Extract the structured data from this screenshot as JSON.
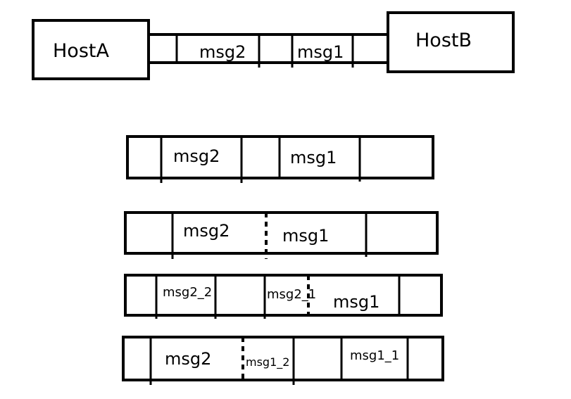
{
  "hosts": {
    "host_a": "HostA",
    "host_b": "HostB"
  },
  "link_labels": {
    "msg2": "msg2",
    "msg1": "msg1"
  },
  "streams": {
    "s1": {
      "msg2": "msg2",
      "msg1": "msg1"
    },
    "s2": {
      "msg2": "msg2",
      "msg1": "msg1"
    },
    "s3": {
      "msg2_2": "msg2_2",
      "msg2_1": "msg2_1",
      "msg1": "msg1"
    },
    "s4": {
      "msg2": "msg2",
      "msg1_2": "msg1_2",
      "msg1_1": "msg1_1"
    }
  }
}
